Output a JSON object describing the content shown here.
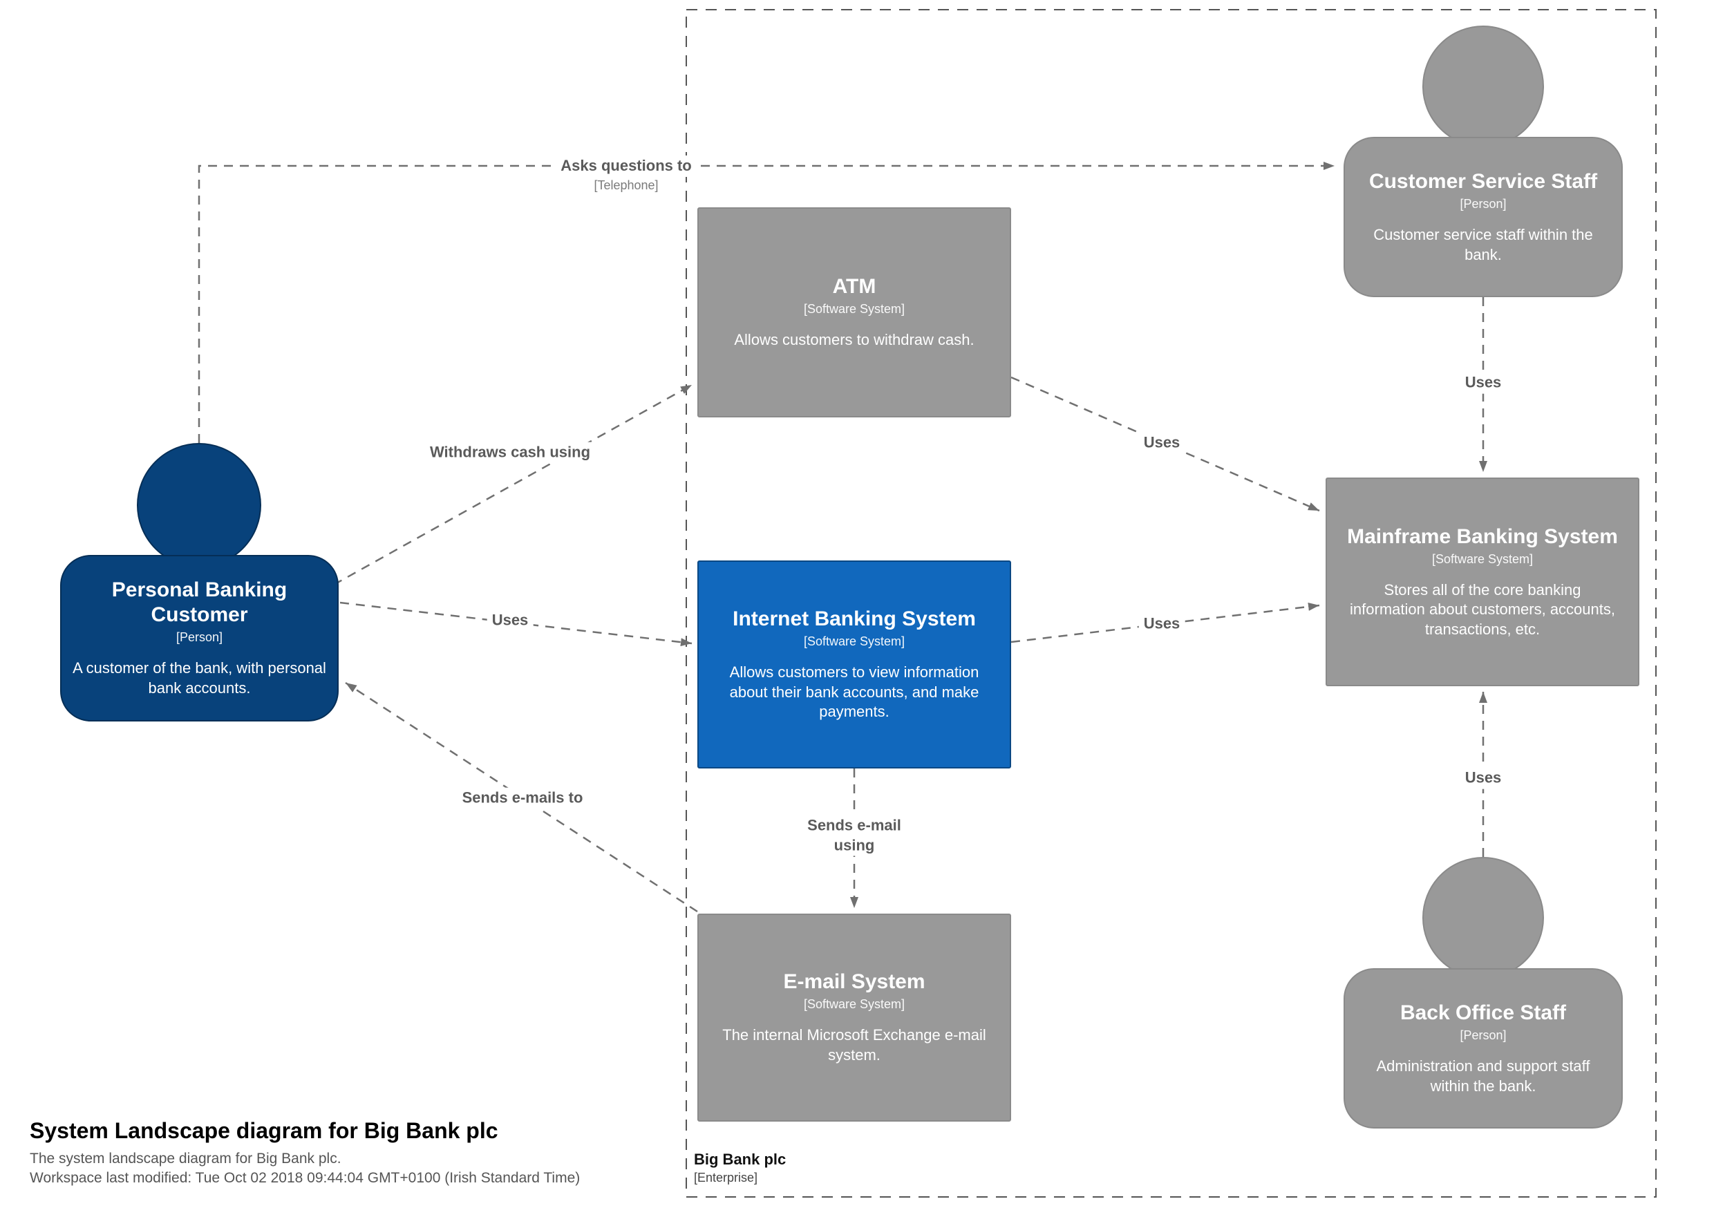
{
  "diagram": {
    "title": "System Landscape diagram for Big Bank plc",
    "description": "The system landscape diagram for Big Bank plc.",
    "last_modified": "Workspace last modified: Tue Oct 02 2018 09:44:04 GMT+0100 (Irish Standard Time)"
  },
  "boundary": {
    "name": "Big Bank plc",
    "type": "[Enterprise]"
  },
  "colors": {
    "person_primary": "#08427b",
    "system_highlight": "#1168bd",
    "system_neutral": "#999999",
    "relationship_line": "#707070"
  },
  "elements": {
    "personal_banking_customer": {
      "name": "Personal Banking Customer",
      "type": "[Person]",
      "description": "A customer of the bank, with personal bank accounts.",
      "color": "#08427b"
    },
    "atm": {
      "name": "ATM",
      "type": "[Software System]",
      "description": "Allows customers to withdraw cash.",
      "color": "#999999"
    },
    "internet_banking_system": {
      "name": "Internet Banking System",
      "type": "[Software System]",
      "description": "Allows customers to view information about their bank accounts, and make payments.",
      "color": "#1168bd"
    },
    "email_system": {
      "name": "E-mail System",
      "type": "[Software System]",
      "description": "The internal Microsoft Exchange e-mail system.",
      "color": "#999999"
    },
    "customer_service_staff": {
      "name": "Customer Service Staff",
      "type": "[Person]",
      "description": "Customer service staff within the bank.",
      "color": "#999999"
    },
    "mainframe_banking_system": {
      "name": "Mainframe Banking System",
      "type": "[Software System]",
      "description": "Stores all of the core banking information about customers, accounts, transactions, etc.",
      "color": "#999999"
    },
    "back_office_staff": {
      "name": "Back Office Staff",
      "type": "[Person]",
      "description": "Administration and support staff within the bank.",
      "color": "#999999"
    }
  },
  "relationships": {
    "customer_asks_staff": {
      "label": "Asks questions to",
      "technology": "[Telephone]"
    },
    "customer_withdraws_atm": {
      "label": "Withdraws cash using"
    },
    "customer_uses_ibs": {
      "label": "Uses"
    },
    "email_sends_customer": {
      "label": "Sends e-mails to"
    },
    "atm_uses_mainframe": {
      "label": "Uses"
    },
    "ibs_uses_mainframe": {
      "label": "Uses"
    },
    "ibs_sends_email": {
      "label": "Sends e-mail using"
    },
    "staff_uses_mainframe": {
      "label": "Uses"
    },
    "backoffice_uses_mainframe": {
      "label": "Uses"
    }
  }
}
